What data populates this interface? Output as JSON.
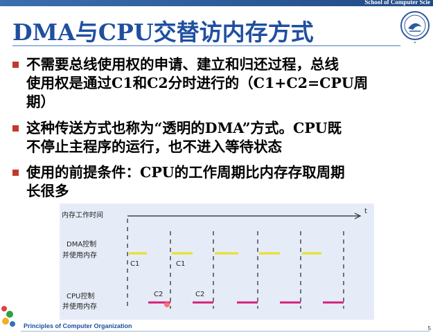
{
  "header": {
    "school": "School of Computer Scie",
    "title": "DMA与CPU交替访内存方式"
  },
  "bullets": [
    {
      "lines": [
        "不需要总线使用权的申请、建立和归还过程，总线",
        "使用权是通过C1和C2分时进行的（C1+C2=CPU周",
        "期）"
      ]
    },
    {
      "lines": [
        "这种传送方式也称为“透明的DMA”方式。CPU既",
        "不停止主程序的运行，也不进入等待状态"
      ]
    },
    {
      "lines": [
        "使用的前提条件：CPU的工作周期比内存存取周期",
        "长很多"
      ]
    }
  ],
  "diagram": {
    "axis_label": "内存工作时间",
    "axis_end": "t",
    "dma_label": [
      "DMA控制",
      "并使用内存"
    ],
    "cpu_label": [
      "CPU控制",
      "并使用内存"
    ],
    "c1": "C1",
    "c2": "C2",
    "colors": {
      "dma": "#e8e020",
      "cpu": "#d4207a",
      "line": "#222222"
    }
  },
  "footer": {
    "course": "Principles of Computer Organization",
    "page": "5"
  }
}
